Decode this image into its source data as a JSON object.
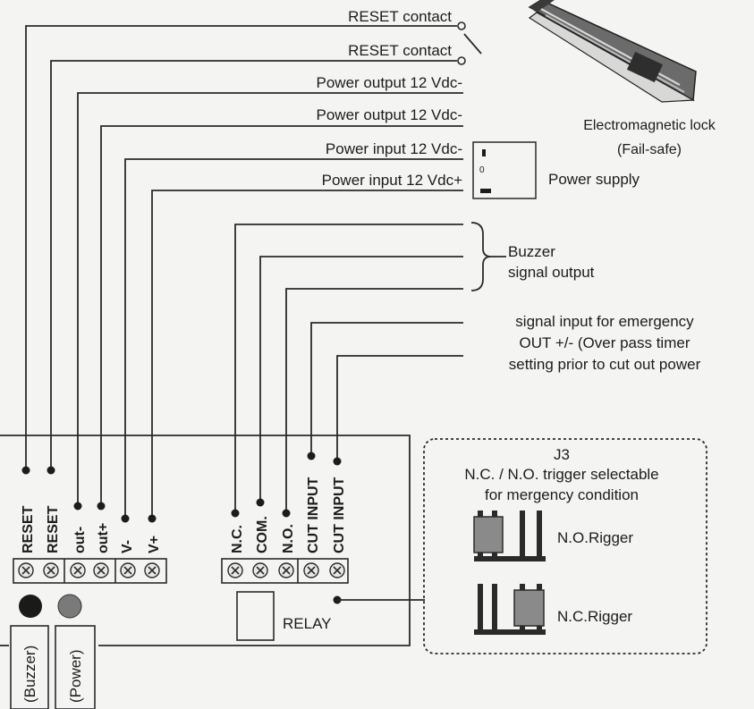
{
  "wire_labels": {
    "reset_1": "RESET contact",
    "reset_2": "RESET contact",
    "power_out_neg": "Power output 12 Vdc-",
    "power_out_neg2": "Power output 12 Vdc-",
    "power_in_neg": "Power input 12 Vdc-",
    "power_in_pos": "Power input 12 Vdc+"
  },
  "lock": {
    "title": "Electromagnetic lock",
    "subtitle": "(Fail-safe)"
  },
  "power_supply": {
    "label": "Power supply"
  },
  "buzzer_output": {
    "line1": "Buzzer",
    "line2": "signal output"
  },
  "emergency_signal": {
    "line1": "signal input for emergency",
    "line2": "OUT +/- (Over pass timer",
    "line3": "setting prior to cut out power"
  },
  "terminals": [
    "RESET",
    "RESET",
    "out-",
    "out+",
    "V-",
    "V+",
    "N.C.",
    "COM.",
    "N.O.",
    "CUT INPUT",
    "CUT INPUT"
  ],
  "relay": {
    "label": "RELAY"
  },
  "indicators": {
    "buzzer": "(Buzzer)",
    "power": "(Power)"
  },
  "j3": {
    "title": "J3",
    "line1": "N.C. / N.O. trigger selectable",
    "line2": "for mergency condition",
    "no_label": "N.O.Rigger",
    "nc_label": "N.C.Rigger"
  }
}
